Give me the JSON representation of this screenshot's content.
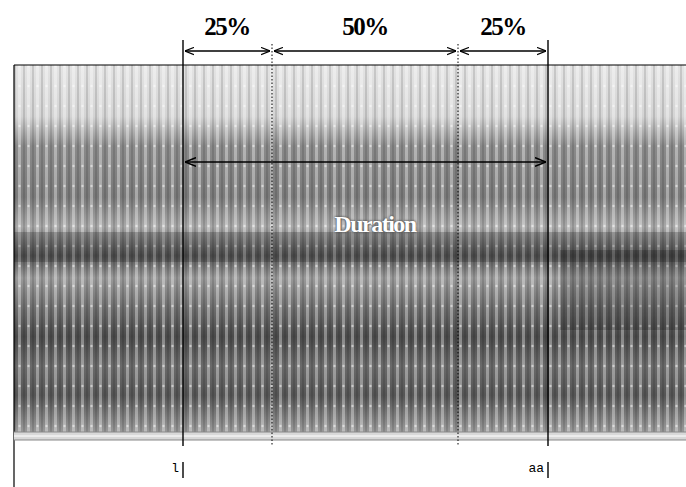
{
  "diagram": {
    "labels": [
      "25%",
      "50%",
      "25%",
      "Duration",
      "l",
      "aa"
    ]
  }
}
